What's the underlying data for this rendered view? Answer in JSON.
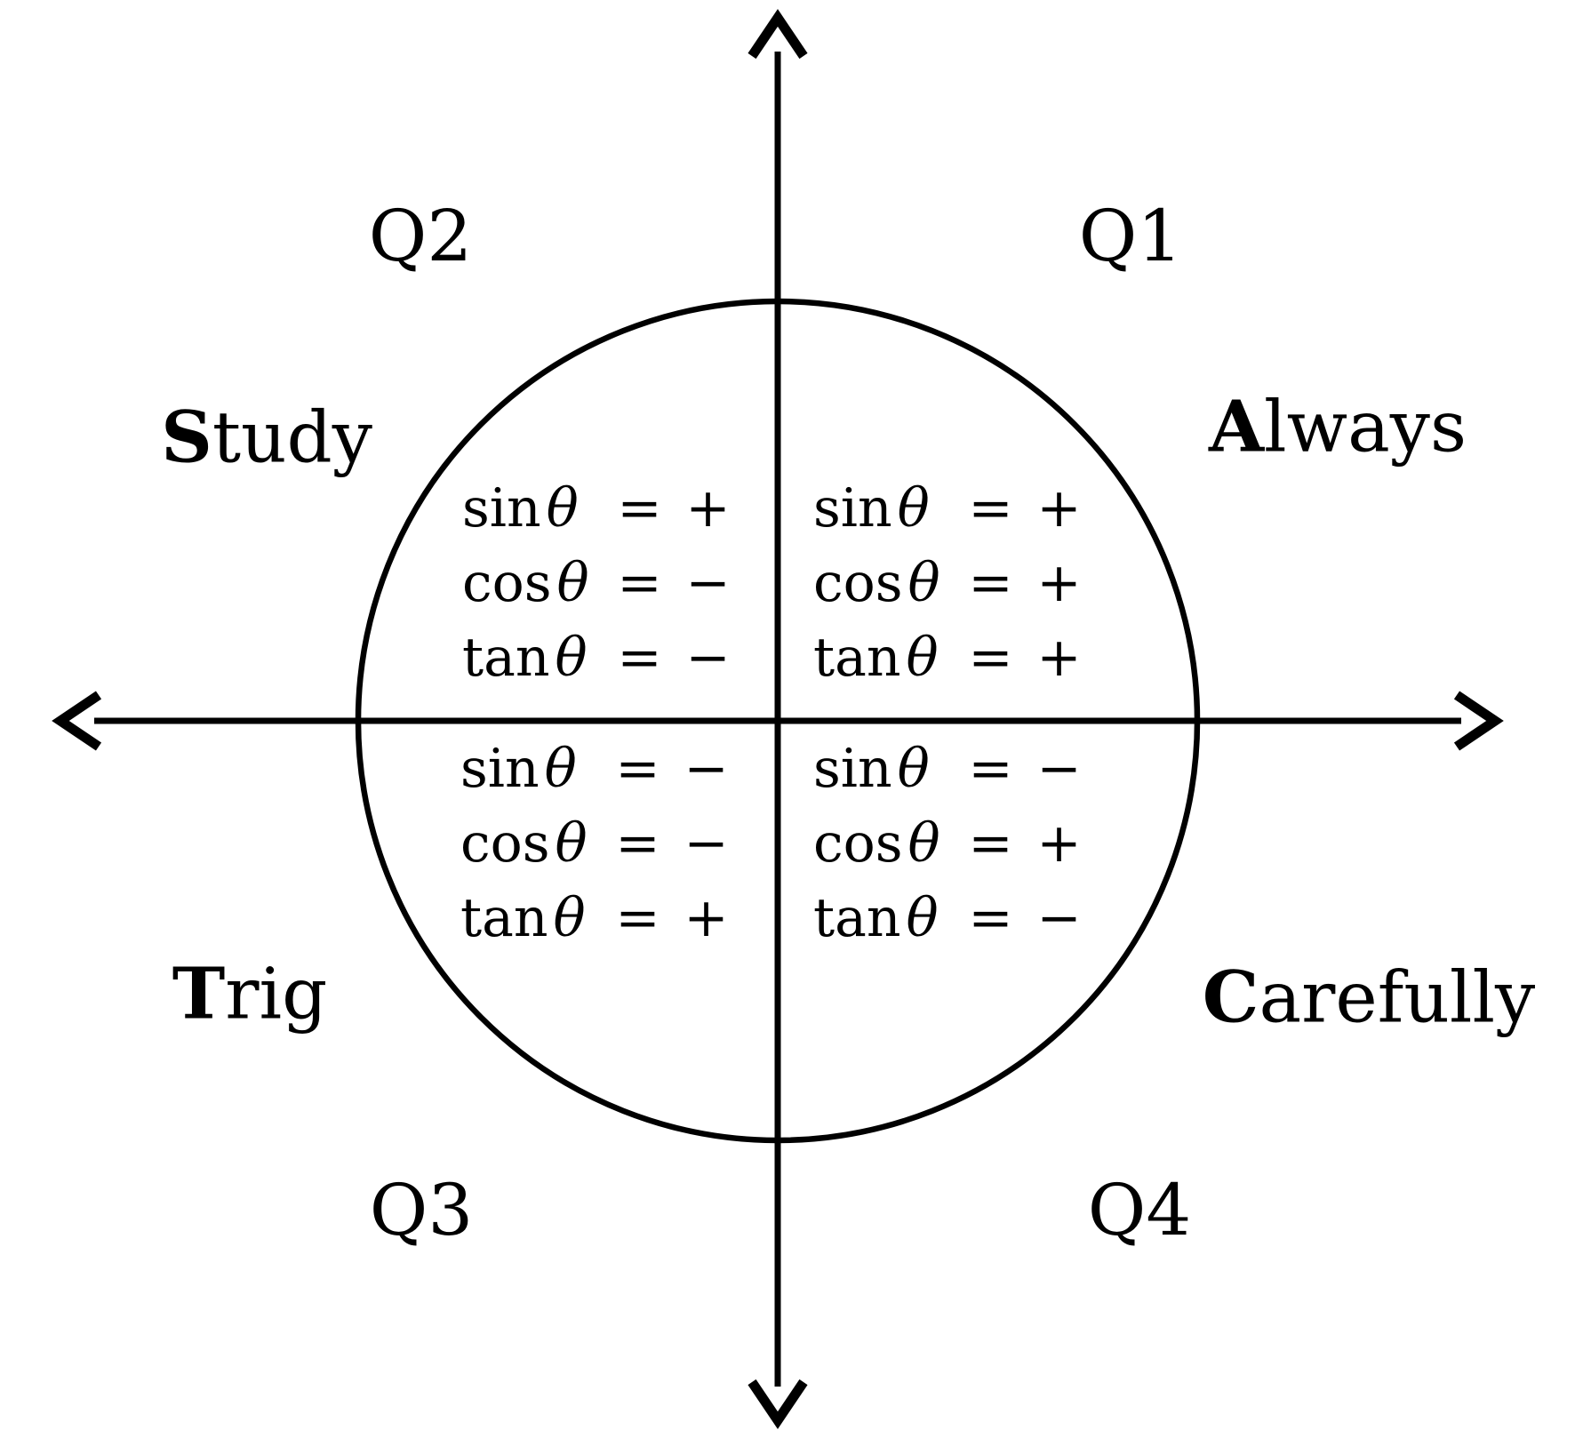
{
  "diagram": {
    "type": "unit-circle-quadrant-signs",
    "colors": {
      "background": "#ffffff",
      "ink": "#000000"
    },
    "quadrants": [
      {
        "key": "q1",
        "label": "Q1",
        "word": {
          "lead": "A",
          "rest": "lways"
        },
        "rows": [
          {
            "fn": "sin",
            "arg": "θ",
            "eq": "=",
            "sign": "+"
          },
          {
            "fn": "cos",
            "arg": "θ",
            "eq": "=",
            "sign": "+"
          },
          {
            "fn": "tan",
            "arg": "θ",
            "eq": "=",
            "sign": "+"
          }
        ]
      },
      {
        "key": "q2",
        "label": "Q2",
        "word": {
          "lead": "S",
          "rest": "tudy"
        },
        "rows": [
          {
            "fn": "sin",
            "arg": "θ",
            "eq": "=",
            "sign": "+"
          },
          {
            "fn": "cos",
            "arg": "θ",
            "eq": "=",
            "sign": "−"
          },
          {
            "fn": "tan",
            "arg": "θ",
            "eq": "=",
            "sign": "−"
          }
        ]
      },
      {
        "key": "q3",
        "label": "Q3",
        "word": {
          "lead": "T",
          "rest": "rig"
        },
        "rows": [
          {
            "fn": "sin",
            "arg": "θ",
            "eq": "=",
            "sign": "−"
          },
          {
            "fn": "cos",
            "arg": "θ",
            "eq": "=",
            "sign": "−"
          },
          {
            "fn": "tan",
            "arg": "θ",
            "eq": "=",
            "sign": "+"
          }
        ]
      },
      {
        "key": "q4",
        "label": "Q4",
        "word": {
          "lead": "C",
          "rest": "arefully"
        },
        "rows": [
          {
            "fn": "sin",
            "arg": "θ",
            "eq": "=",
            "sign": "−"
          },
          {
            "fn": "cos",
            "arg": "θ",
            "eq": "=",
            "sign": "+"
          },
          {
            "fn": "tan",
            "arg": "θ",
            "eq": "=",
            "sign": "−"
          }
        ]
      }
    ]
  }
}
